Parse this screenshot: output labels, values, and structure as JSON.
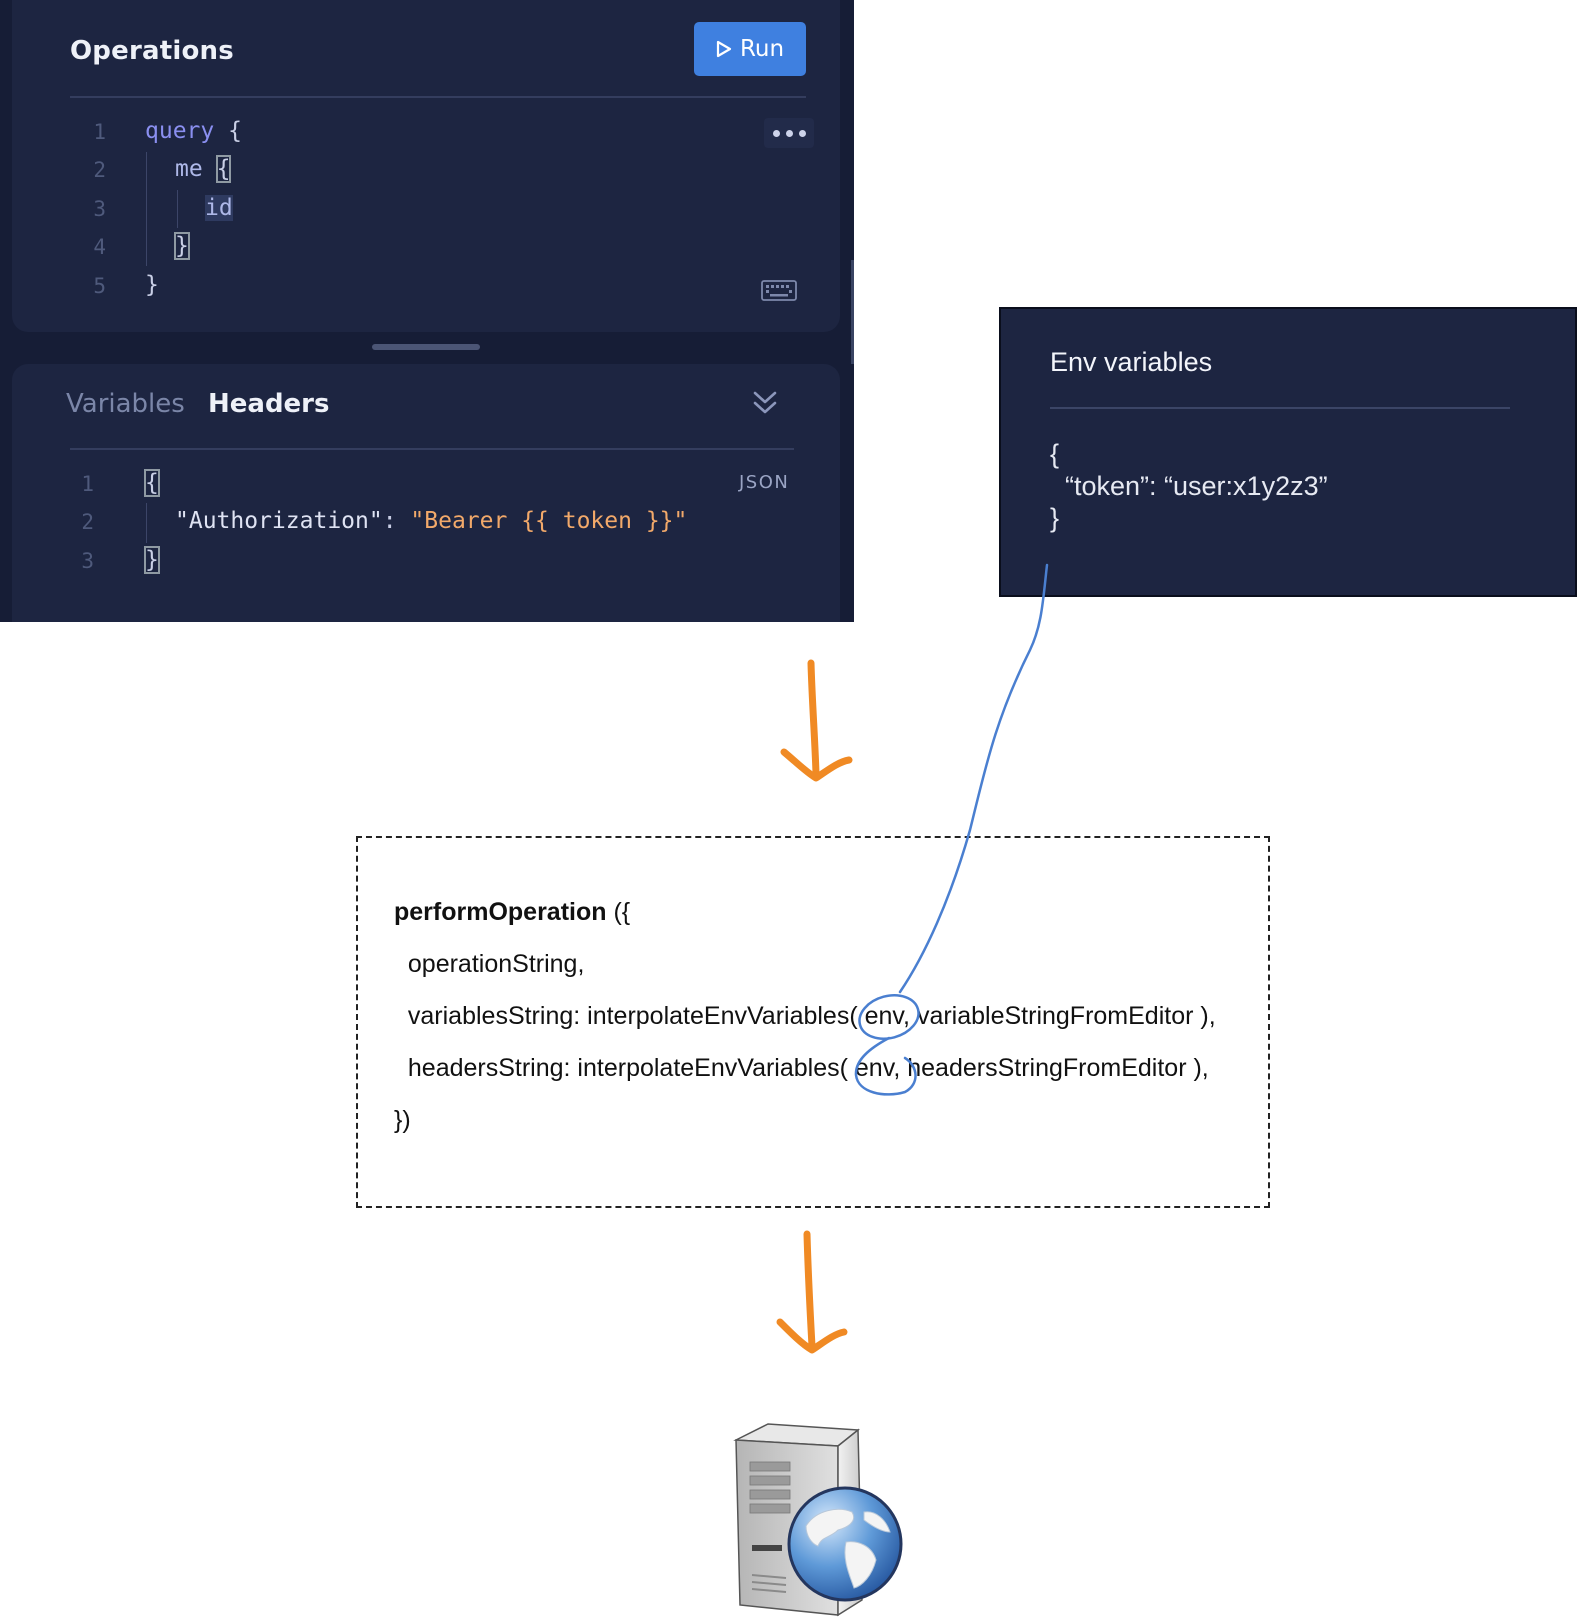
{
  "operations_panel": {
    "title": "Operations",
    "run_label": "Run",
    "code_lines": [
      "1",
      "2",
      "3",
      "4",
      "5"
    ],
    "code": {
      "l1_kw": "query",
      "l1_brace": "{",
      "l2_field": "me",
      "l2_brace": "{",
      "l3_field": "id",
      "l4_brace": "}",
      "l5_brace": "}"
    },
    "more_icon": "more-horizontal-icon",
    "keyboard_icon": "keyboard-icon"
  },
  "bottom_panel": {
    "tabs": [
      {
        "label": "Variables",
        "active": false
      },
      {
        "label": "Headers",
        "active": true
      }
    ],
    "collapse_icon": "chevron-double-down-icon",
    "badge": "JSON",
    "code_lines": [
      "1",
      "2",
      "3"
    ],
    "code": {
      "l1": "{",
      "l2_key": "\"Authorization\"",
      "l2_colon": ": ",
      "l2_value": "\"Bearer {{ token }}\"",
      "l3": "}"
    }
  },
  "env_panel": {
    "title": "Env variables",
    "lines": [
      "{",
      "  “token”: “user:x1y2z3”",
      "}"
    ]
  },
  "function_box": {
    "fn_name": "performOperation",
    "fn_open": " ({",
    "lines": [
      "  operationString,",
      "  variablesString: interpolateEnvVariables( env, variableStringFromEditor ),",
      "  headersString: interpolateEnvVariables( env, headersStringFromEditor ),",
      "})"
    ]
  },
  "colors": {
    "panel_bg": "#1d2541",
    "run_button": "#3f80e0",
    "flow_arrow": "#f08a24",
    "annotation_line": "#4a7fd0"
  },
  "icons": {
    "flow_arrows": "arrow-down-icon",
    "server": "web-server-globe-icon",
    "play": "play-icon"
  }
}
